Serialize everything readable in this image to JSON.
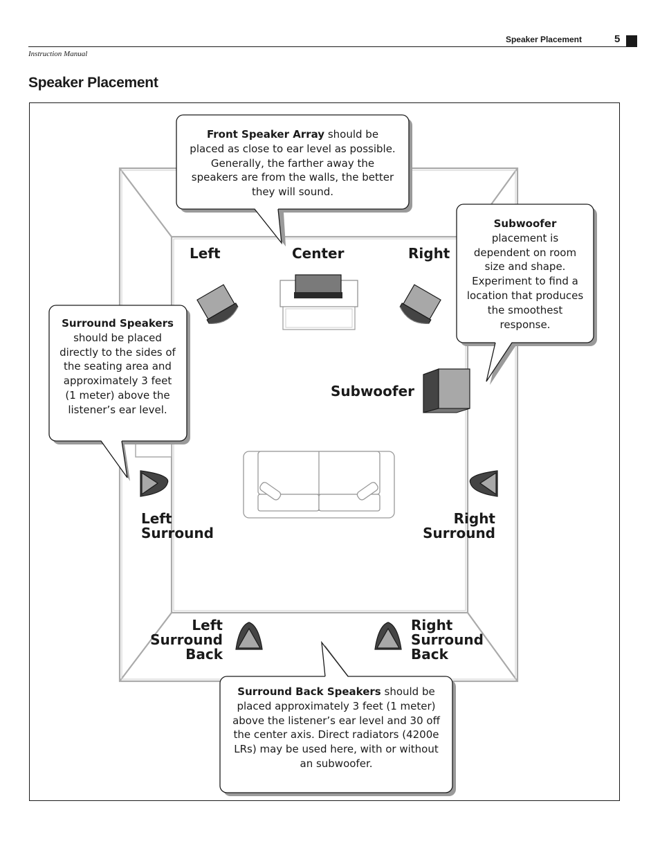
{
  "header": {
    "section_title": "Speaker Placement",
    "page_number": "5",
    "manual_label": "Instruction Manual"
  },
  "page_title": "Speaker Placement",
  "speaker_labels": {
    "left": "Left",
    "center": "Center",
    "right": "Right",
    "subwoofer": "Subwoofer",
    "left_surround": [
      "Left",
      "Surround"
    ],
    "right_surround": [
      "Right",
      "Surround"
    ],
    "left_surround_back": [
      "Left",
      "Surround",
      "Back"
    ],
    "right_surround_back": [
      "Right",
      "Surround",
      "Back"
    ]
  },
  "callouts": {
    "front": {
      "bold": "Front Speaker Array",
      "text": " should be placed as close to ear level as possible. Generally, the farther away the speakers are from the walls, the better they will sound."
    },
    "subwoofer": {
      "bold": "Subwoofer",
      "text": " placement is dependent on room size and shape. Experiment to find a location that produces the smoothest response."
    },
    "surround": {
      "bold": "Surround Speakers",
      "text": " should be placed directly to the sides of the seating area and approximately 3 feet (1 meter) above the listener’s ear level."
    },
    "surround_back": {
      "bold": "Surround Back Speakers",
      "text": " should be placed approximately 3 feet (1 meter) above the listener’s ear level and 30 off the center axis. Direct radiators (4200e LRs) may be used here, with or without an subwoofer."
    }
  },
  "colors": {
    "wall_gray": "#aaaaaa",
    "speaker_gray": "#a8a8a8",
    "speaker_dark": "#444444",
    "shadow": "#9a9a9a"
  }
}
